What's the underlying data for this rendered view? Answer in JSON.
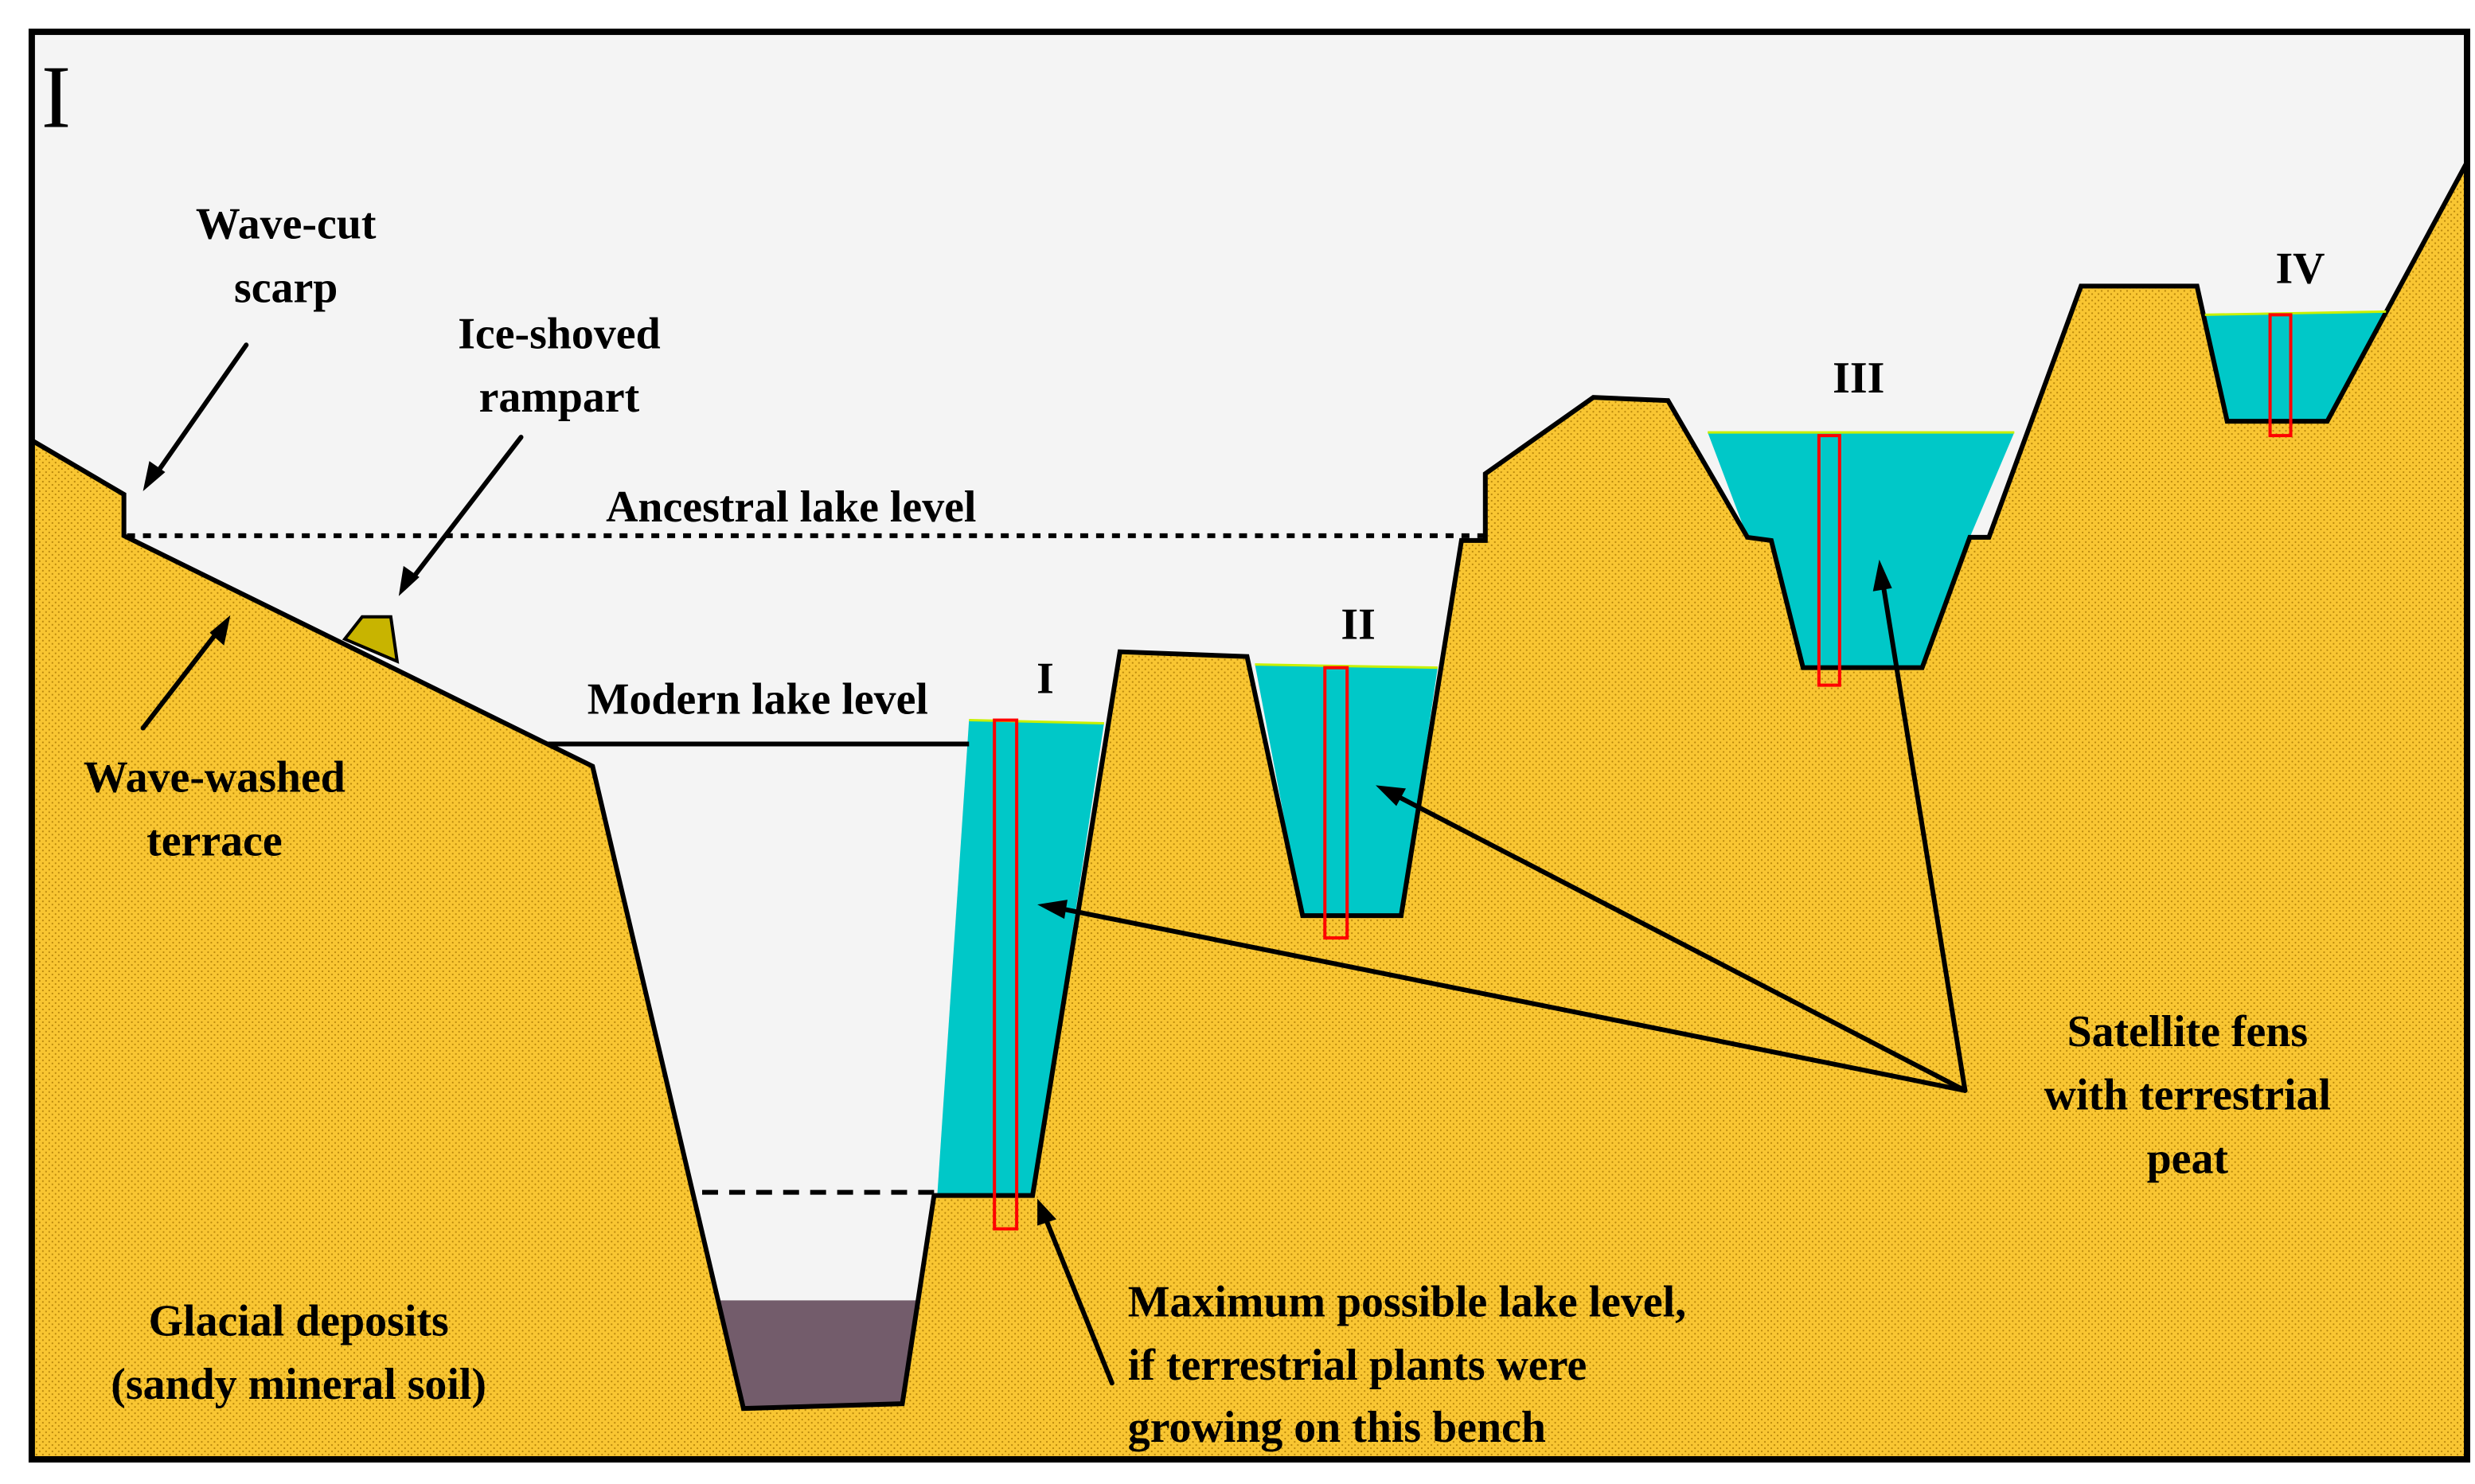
{
  "panel_label": "I",
  "labels": {
    "wave_cut_scarp": [
      "Wave-cut",
      "scarp"
    ],
    "ice_shoved_rampart": [
      "Ice-shoved",
      "rampart"
    ],
    "ancestral_lake_level": "Ancestral lake level",
    "modern_lake_level": "Modern lake level",
    "wave_washed_terrace": [
      "Wave-washed",
      "terrace"
    ],
    "glacial_deposits": [
      "Glacial deposits",
      "(sandy mineral soil)"
    ],
    "max_lake_level": [
      "Maximum possible lake level,",
      "if terrestrial plants were",
      "growing on this bench"
    ],
    "satellite_fens": [
      "Satellite fens",
      "with terrestrial",
      "peat"
    ]
  },
  "fens": [
    {
      "id": "I",
      "label": "I"
    },
    {
      "id": "II",
      "label": "II"
    },
    {
      "id": "III",
      "label": "III"
    },
    {
      "id": "IV",
      "label": "IV"
    }
  ],
  "colors": {
    "sky": "#f4f4f4",
    "soil": "#f9c632",
    "soil_dot": "#b8860b",
    "fen_water": "#00c8c8",
    "core": "#ff0000",
    "lake_sediment": "#735c6b",
    "rampart": "#c8b400",
    "panel_label": "#ffff00",
    "outline": "#000000"
  }
}
